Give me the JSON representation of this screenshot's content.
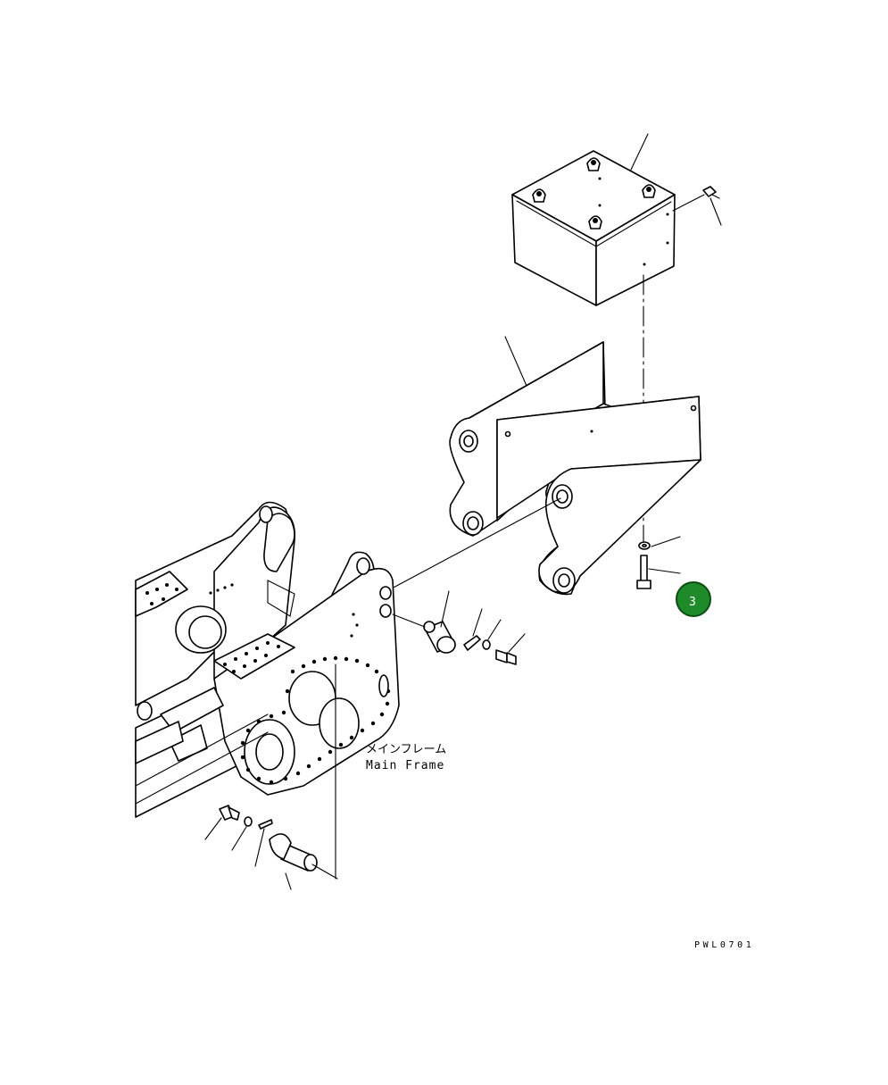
{
  "labels": {
    "frame_jp": "メインフレーム",
    "frame_en": "Main Frame",
    "drawing_code": "PWL0701"
  },
  "callout": {
    "number": "3",
    "fill_color": "#1f8a2a",
    "border_color": "#0b4d12",
    "text_color": "#ffffff"
  },
  "parts": [
    "battery-box",
    "box-screw",
    "mounting-bracket",
    "washer",
    "bolt",
    "pivot-pin",
    "lock-plate",
    "lock-washer",
    "lock-bolt",
    "main-frame"
  ]
}
